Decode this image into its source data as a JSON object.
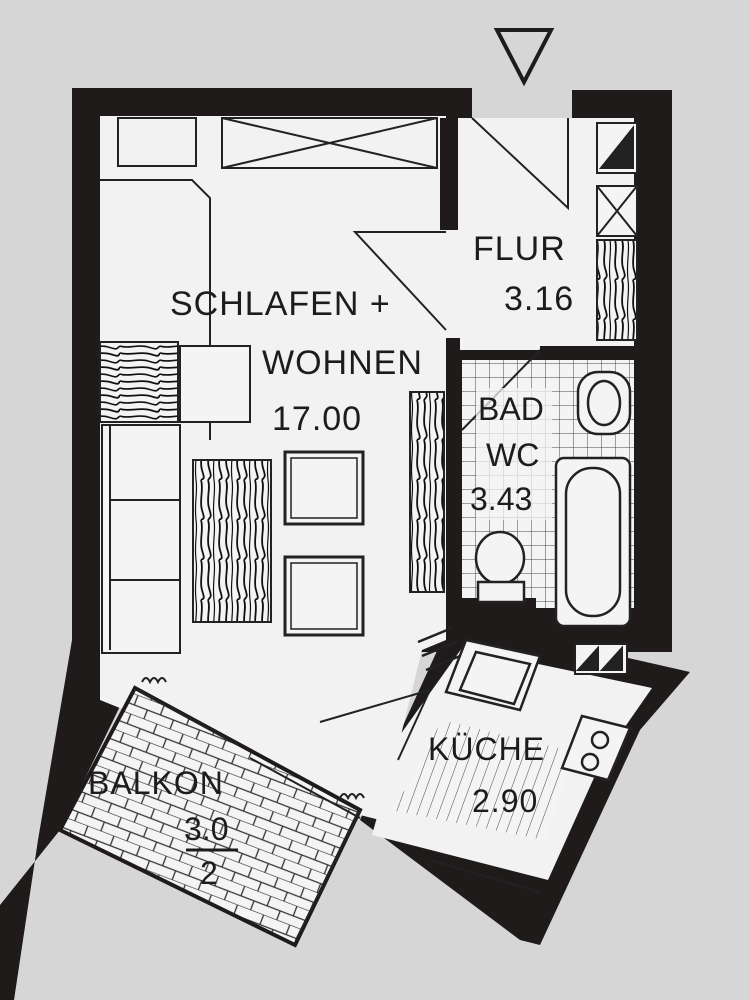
{
  "colors": {
    "paper": "#d6d6d6",
    "floor": "#f2f2f2",
    "wall": "#1f1b1b",
    "ink": "#1c1c1c"
  },
  "rooms": {
    "wohnen": {
      "line1": "SCHLAFEN +",
      "line2": "WOHNEN",
      "area": "17.00"
    },
    "flur": {
      "name": "FLUR",
      "area": "3.16"
    },
    "bad": {
      "line1": "BAD",
      "line2": "WC",
      "area": "3.43"
    },
    "kueche": {
      "name": "KÜCHE",
      "area": "2.90"
    },
    "balkon": {
      "name": "BALKON",
      "area_num": "3.0",
      "area_den": "2"
    }
  },
  "symbols": {
    "entrance": "entrance-arrow-icon"
  }
}
